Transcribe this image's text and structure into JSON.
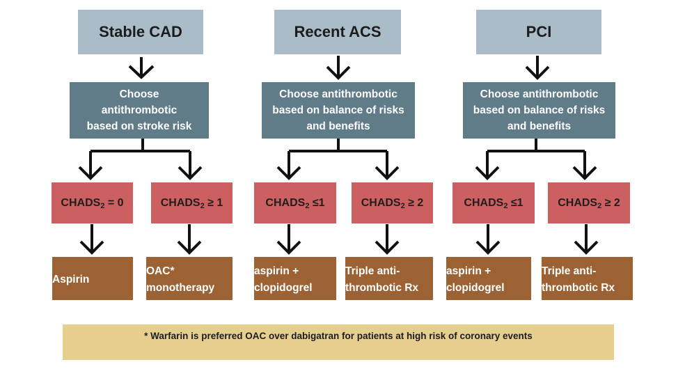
{
  "columns": [
    {
      "title": "Stable CAD",
      "choose": [
        "Choose",
        "antithrombotic",
        "based on stroke risk"
      ],
      "branches": [
        {
          "chads_prefix": "CHADS",
          "chads_sub": "2",
          "chads_suffix": " = 0",
          "treatment": [
            "Aspirin"
          ]
        },
        {
          "chads_prefix": "CHADS",
          "chads_sub": "2",
          "chads_suffix": " ≥ 1",
          "treatment": [
            "OAC*",
            "monotherapy"
          ]
        }
      ]
    },
    {
      "title": "Recent ACS",
      "choose": [
        "Choose antithrombotic",
        "based on balance of risks",
        "and benefits"
      ],
      "branches": [
        {
          "chads_prefix": "CHADS",
          "chads_sub": "2",
          "chads_suffix": " ≤1",
          "treatment": [
            "aspirin +",
            "clopidogrel"
          ]
        },
        {
          "chads_prefix": "CHADS",
          "chads_sub": "2",
          "chads_suffix": " ≥ 2",
          "treatment": [
            "Triple anti-",
            "thrombotic Rx"
          ]
        }
      ]
    },
    {
      "title": "PCI",
      "choose": [
        "Choose antithrombotic",
        "based on balance of risks",
        "and benefits"
      ],
      "branches": [
        {
          "chads_prefix": "CHADS",
          "chads_sub": "2",
          "chads_suffix": " ≤1",
          "treatment": [
            "aspirin +",
            "clopidogrel"
          ]
        },
        {
          "chads_prefix": "CHADS",
          "chads_sub": "2",
          "chads_suffix": " ≥ 2",
          "treatment": [
            "Triple anti-",
            "thrombotic Rx"
          ]
        }
      ]
    }
  ],
  "footnote": "*  Warfarin is preferred OAC over dabigatran for patients at high risk of coronary events",
  "colors": {
    "title_box": "#a9bcc8",
    "choose_box": "#5f7c88",
    "chads_box": "#cc5f5f",
    "treatment_box": "#9d6234",
    "footnote_box": "#e6cf8e",
    "arrow": "#111111"
  }
}
